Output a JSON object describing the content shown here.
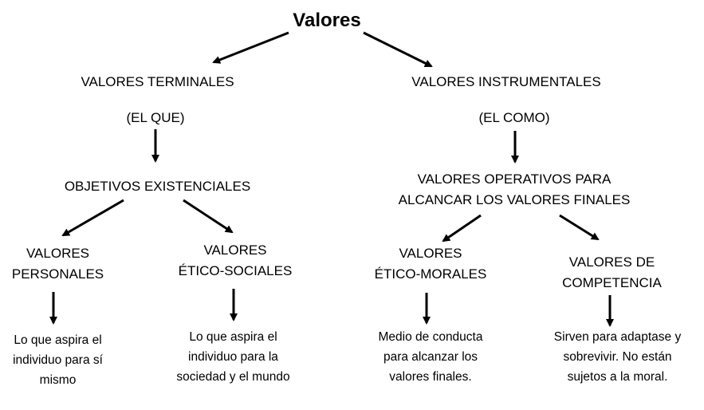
{
  "title": "Valores",
  "nodes": {
    "terminales": "VALORES TERMINALES",
    "el_que": "(EL QUE)",
    "objetivos": "OBJETIVOS EXISTENCIALES",
    "personales": [
      "VALORES",
      "PERSONALES"
    ],
    "eticos_sociales": [
      "VALORES",
      "ÉTICO-SOCIALES"
    ],
    "personales_desc": [
      "Lo que aspira el",
      "individuo para sí",
      "mismo"
    ],
    "eticos_sociales_desc": [
      "Lo que aspira el",
      "individuo para la",
      "sociedad y el mundo"
    ],
    "instrumentales": "VALORES INSTRUMENTALES",
    "el_como": "(EL COMO)",
    "operativos": [
      "VALORES OPERATIVOS PARA",
      "ALCANCAR LOS VALORES FINALES"
    ],
    "eticos_morales": [
      "VALORES",
      "ÉTICO-MORALES"
    ],
    "competencia": [
      "VALORES DE",
      "COMPETENCIA"
    ],
    "eticos_morales_desc": [
      "Medio de conducta",
      "para alcanzar los",
      "valores finales."
    ],
    "competencia_desc": [
      "Sirven para adaptase y",
      "sobrevivir. No están",
      "sujetos a la moral."
    ]
  },
  "colors": {
    "text": "#000000",
    "arrow": "#000000",
    "background": "#ffffff"
  }
}
